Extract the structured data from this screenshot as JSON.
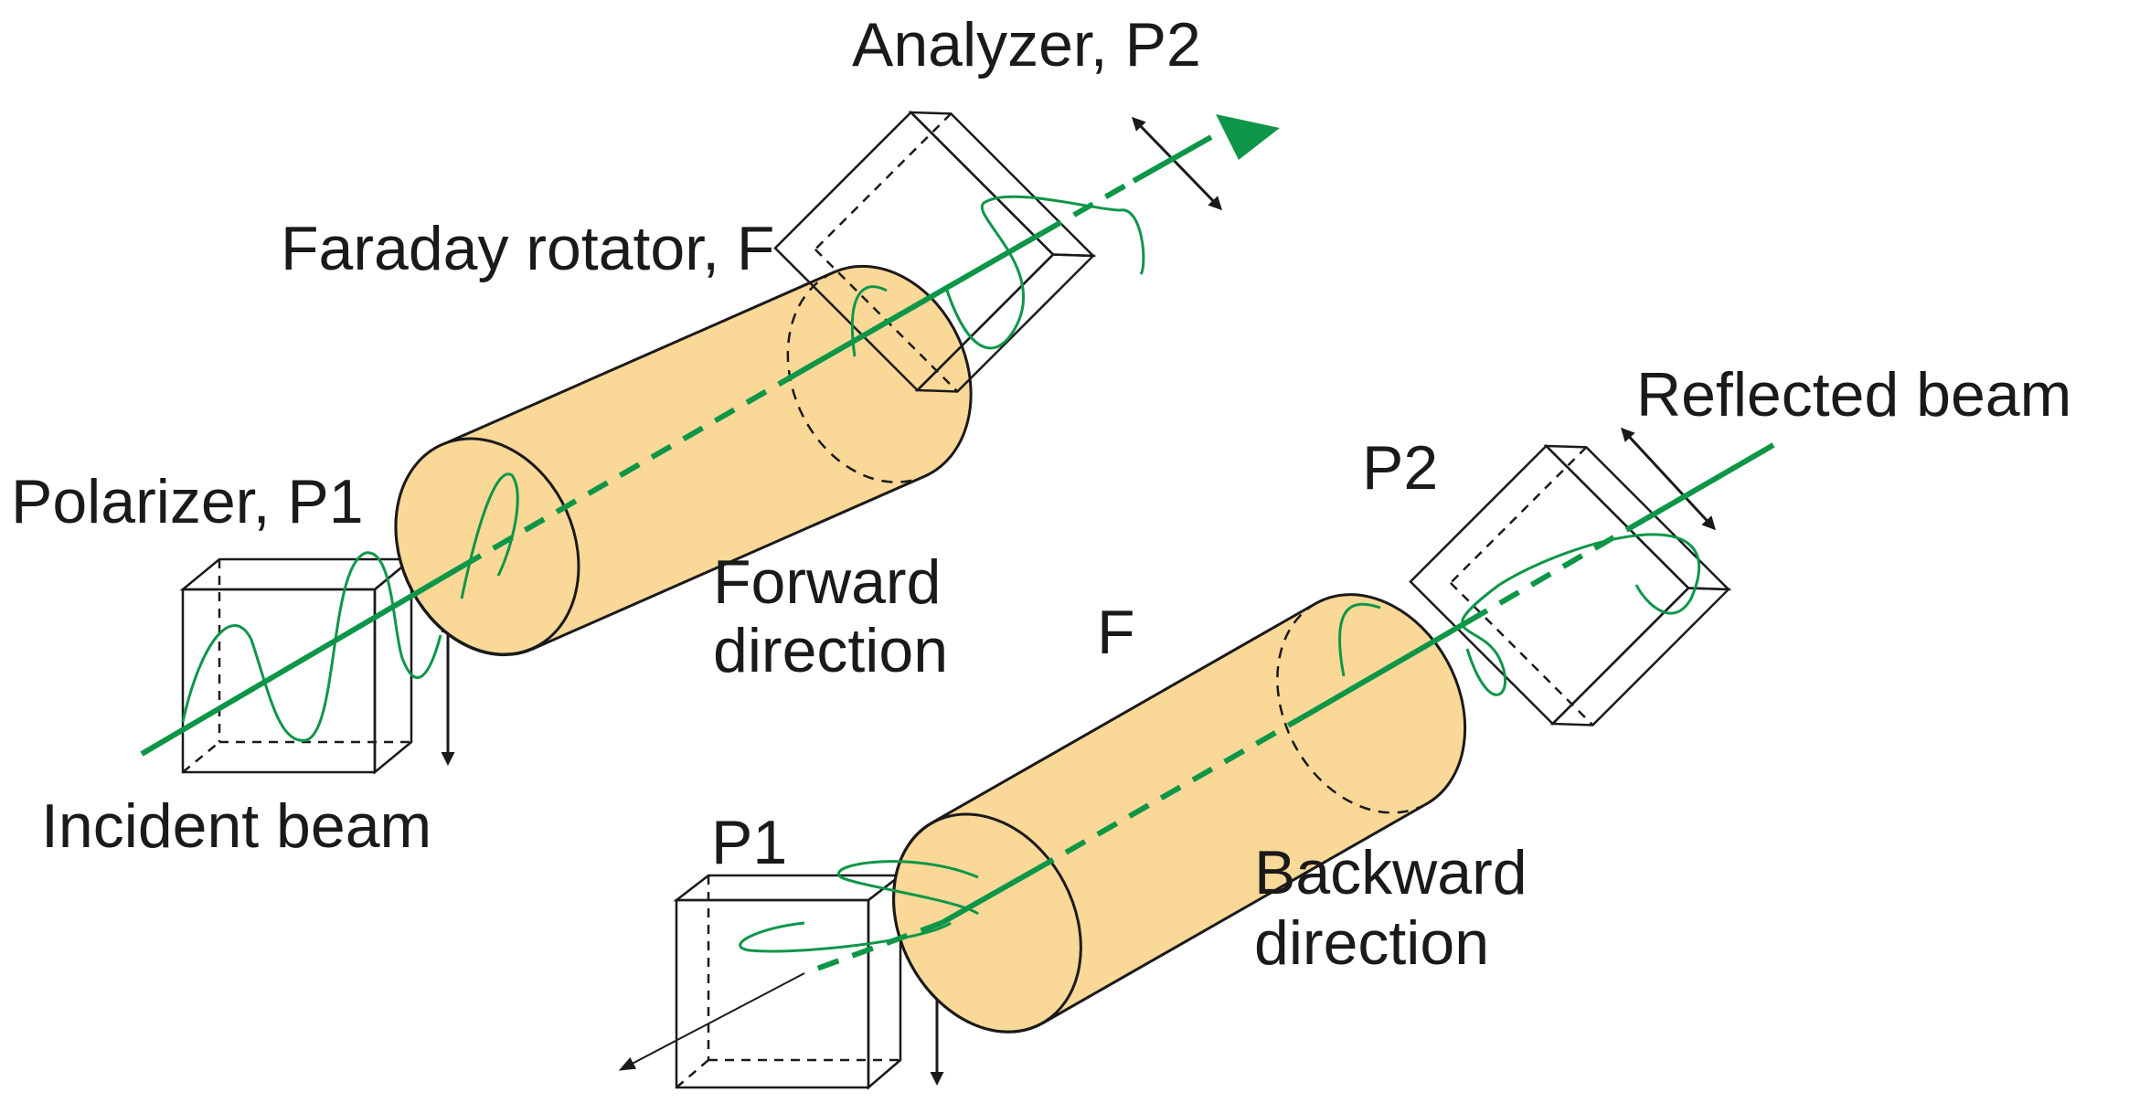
{
  "labels": {
    "analyzer": "Analyzer, P2",
    "faraday": "Faraday rotator, F",
    "polarizer": "Polarizer, P1",
    "incident": "Incident beam",
    "forward_1": "Forward",
    "forward_2": "direction",
    "f_lower": "F",
    "reflected": "Reflected beam",
    "p2_lower": "P2",
    "p1_lower": "P1",
    "backward_1": "Backward",
    "backward_2": "direction"
  },
  "colors": {
    "beam": "#0e9648",
    "rotator_fill": "#fad898",
    "outline": "#1a1a1a"
  }
}
